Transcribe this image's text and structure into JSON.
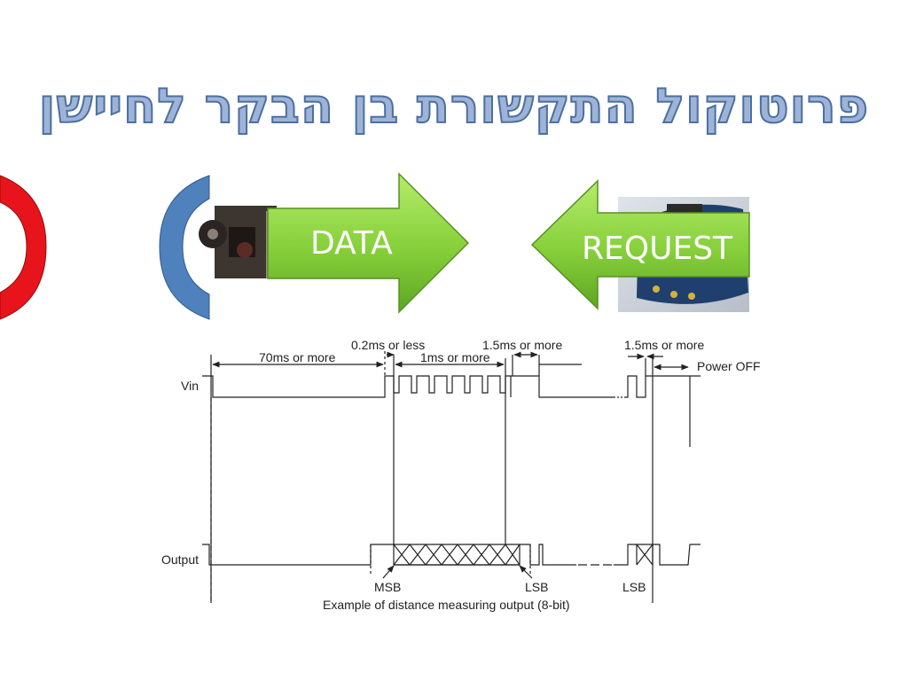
{
  "slide": {
    "title": "פרוטוקול התקשורת בן הבקר לחיישן",
    "arrow_data_label": "DATA",
    "arrow_request_label": "REQUEST"
  },
  "timing": {
    "signal_vin": "Vin",
    "signal_output": "Output",
    "t_70ms": "70ms or more",
    "t_02ms": "0.2ms or less",
    "t_1ms": "1ms or more",
    "t_15ms_a": "1.5ms or more",
    "t_15ms_b": "1.5ms or more",
    "power_off": "Power OFF",
    "msb": "MSB",
    "lsb_a": "LSB",
    "lsb_b": "LSB",
    "caption": "Example of distance measuring output (8-bit)"
  },
  "colors": {
    "red_bracket": "#e8141c",
    "blue_bracket": "#4f81bd",
    "arrow_green": "#8ed63f",
    "title_fill": "#9db4d8"
  }
}
